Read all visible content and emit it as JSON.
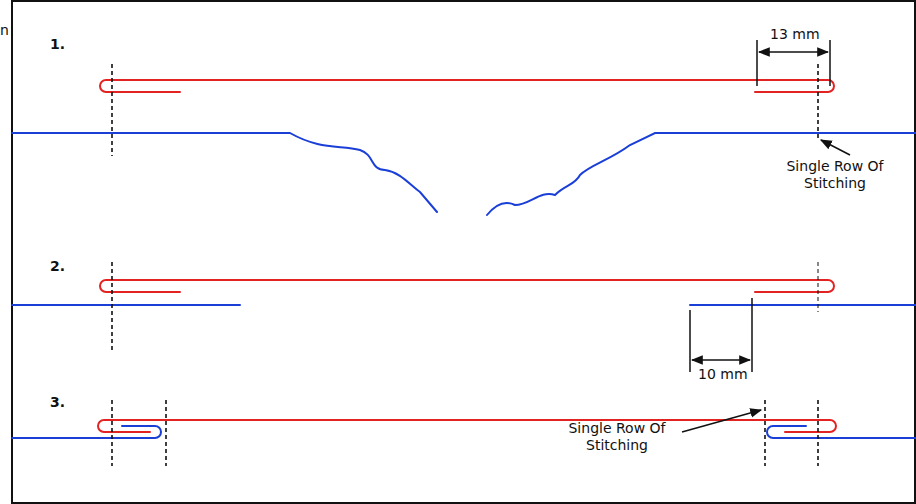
{
  "diagram": {
    "labels": [
      "n",
      "1.",
      "13 mm",
      "Single Row Of Stitching",
      "2.",
      "10 mm",
      "3.",
      "Single Row Of Stitching"
    ]
  }
}
